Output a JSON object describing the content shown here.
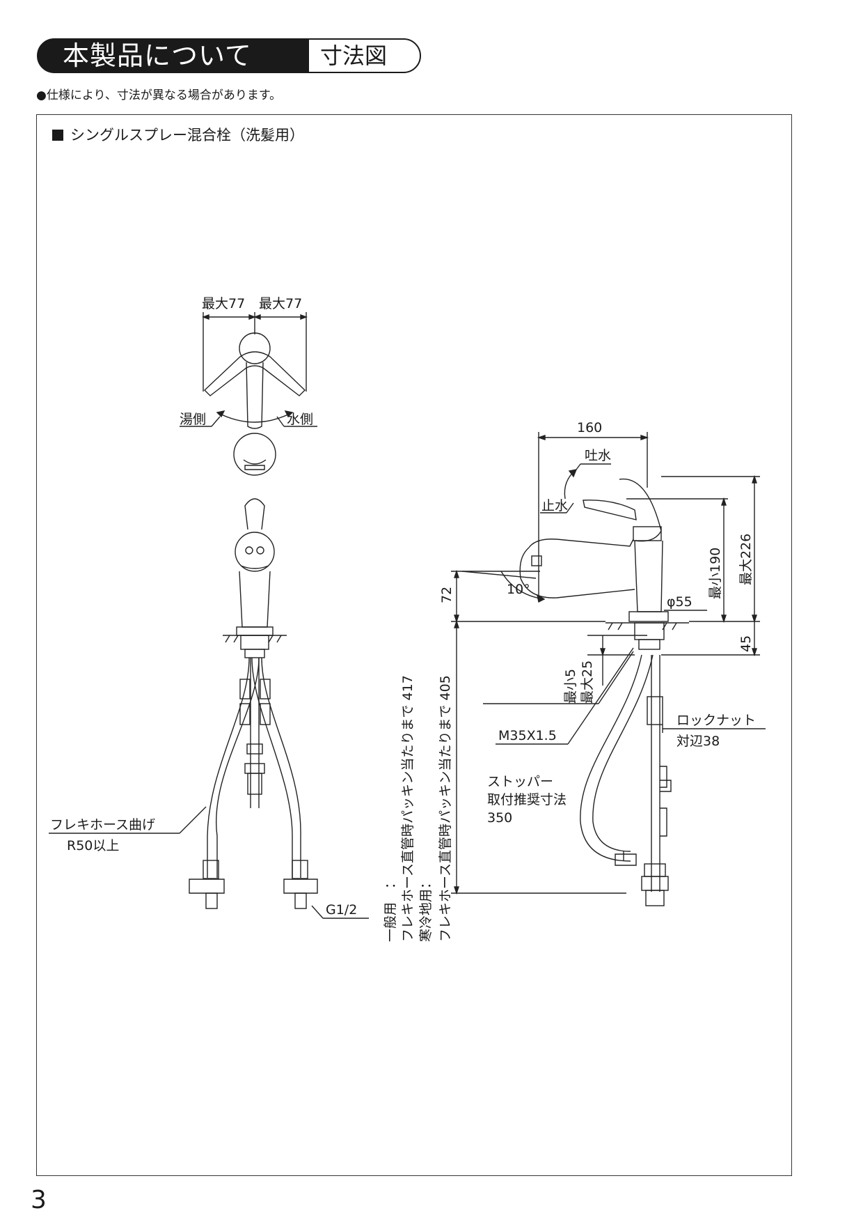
{
  "header": {
    "title": "本製品について",
    "subtitle": "寸法図"
  },
  "note": "●仕様により、寸法が異なる場合があります。",
  "section_title": "シングルスプレー混合栓（洗髪用）",
  "page_number": "3",
  "top_view": {
    "left_max": "最大77",
    "right_max": "最大77",
    "hot_side": "湯側",
    "cold_side": "水側"
  },
  "front_view": {
    "hose_bend_line1": "フレキホース曲げ",
    "hose_bend_line2": "R50以上",
    "thread": "G1/2"
  },
  "vertical_notes": {
    "general_label": "一般用　：",
    "general_text": "フレキホース直管時パッキン当たりまで 417",
    "cold_label": "寒冷地用：",
    "cold_text": "フレキホース直管時パッキン当たりまで 405"
  },
  "side_view": {
    "width_160": "160",
    "spout_water": "吐水",
    "stop_water": "止水",
    "angle": "10°",
    "height_72": "72",
    "min190": "最小190",
    "max226": "最大226",
    "diameter": "φ55",
    "base_45": "45",
    "min5": "最小5",
    "max25": "最大25",
    "thread_m35": "M35X1.5",
    "locknut": "ロックナット",
    "locknut_size": "対辺38",
    "stopper1": "ストッパー",
    "stopper2": "取付推奨寸法",
    "stopper3": "350"
  }
}
